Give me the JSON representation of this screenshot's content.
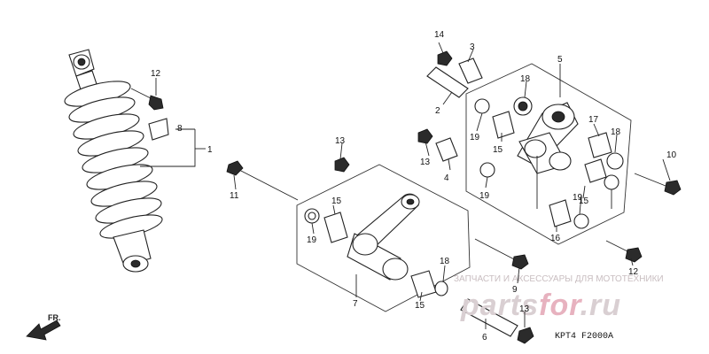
{
  "diagram": {
    "code": "KPT4 F2000A",
    "front_marker": "FR.",
    "watermark": {
      "tagline": "ЗАПЧАСТИ И АКСЕССУАРЫ ДЛЯ МОТОТЕХНИКИ",
      "logo_a": "parts",
      "logo_b": "for",
      "logo_c": ".ru"
    },
    "callouts": [
      "14",
      "3",
      "5",
      "12",
      "18",
      "2",
      "8",
      "1",
      "17",
      "18",
      "19",
      "15",
      "13",
      "13",
      "4",
      "10",
      "11",
      "19",
      "19",
      "15",
      "15",
      "19",
      "16",
      "12",
      "7",
      "15",
      "6",
      "13",
      "9",
      "18"
    ]
  }
}
